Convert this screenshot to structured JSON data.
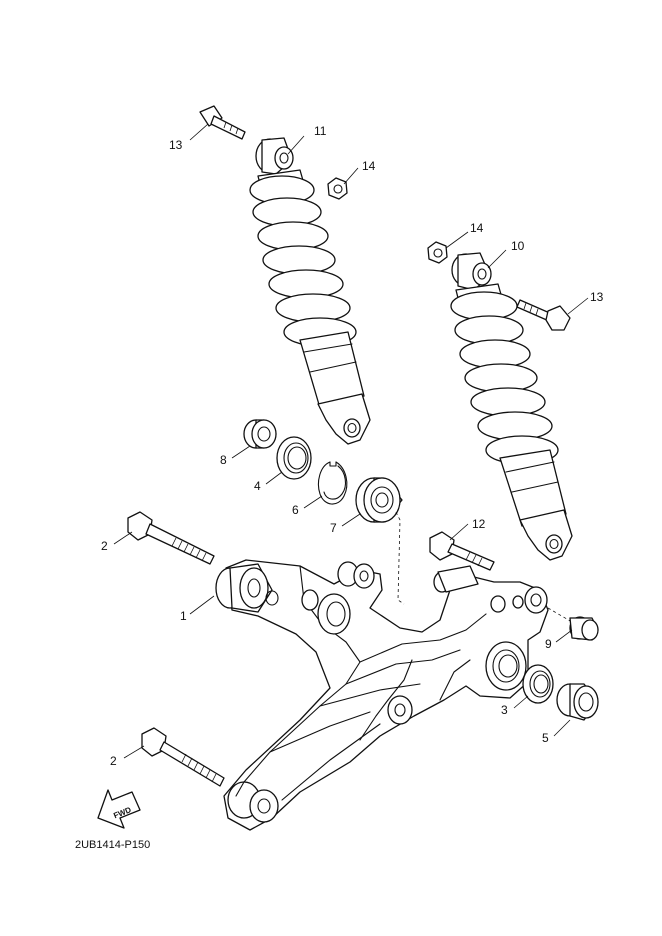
{
  "diagram_code": "2UB1414-P150",
  "fwd_label": "FWD",
  "callouts": [
    {
      "id": "c1",
      "text": "1"
    },
    {
      "id": "c2a",
      "text": "2"
    },
    {
      "id": "c2b",
      "text": "2"
    },
    {
      "id": "c3",
      "text": "3"
    },
    {
      "id": "c4",
      "text": "4"
    },
    {
      "id": "c5",
      "text": "5"
    },
    {
      "id": "c6",
      "text": "6"
    },
    {
      "id": "c7",
      "text": "7"
    },
    {
      "id": "c8",
      "text": "8"
    },
    {
      "id": "c9",
      "text": "9"
    },
    {
      "id": "c10",
      "text": "10"
    },
    {
      "id": "c11",
      "text": "11"
    },
    {
      "id": "c12",
      "text": "12"
    },
    {
      "id": "c13a",
      "text": "13"
    },
    {
      "id": "c13b",
      "text": "13"
    },
    {
      "id": "c14a",
      "text": "14"
    },
    {
      "id": "c14b",
      "text": "14"
    }
  ]
}
